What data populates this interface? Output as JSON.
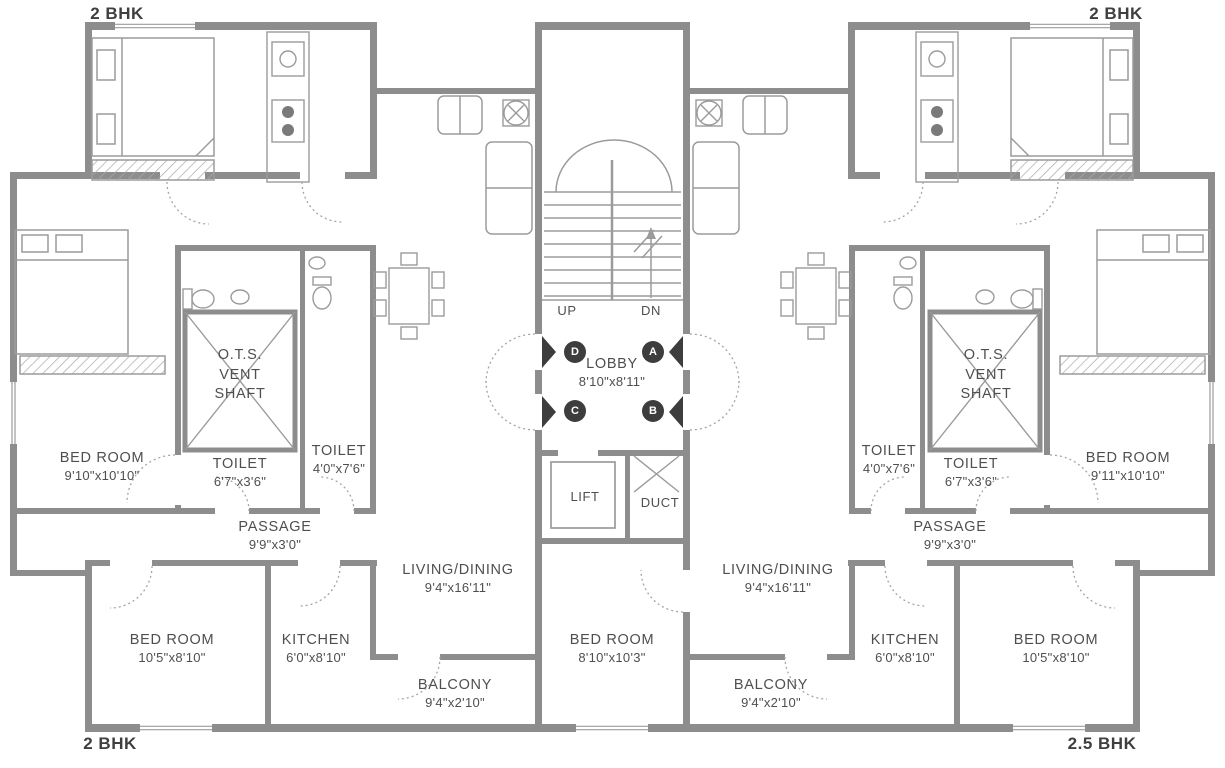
{
  "units": {
    "top_left": "2 BHK",
    "top_right": "2 BHK",
    "bottom_left": "2 BHK",
    "bottom_right": "2.5 BHK"
  },
  "core": {
    "up": "UP",
    "dn": "DN",
    "lobby": {
      "name": "LOBBY",
      "dim": "8'10\"x8'11\""
    },
    "lift": "LIFT",
    "duct": "DUCT",
    "doors": {
      "a": "A",
      "b": "B",
      "c": "C",
      "d": "D"
    },
    "bedroom_center": {
      "name": "BED ROOM",
      "dim": "8'10\"x10'3\""
    }
  },
  "left_unit": {
    "vent_shaft": {
      "line1": "O.T.S.",
      "line2": "VENT",
      "line3": "SHAFT"
    },
    "bedroom_main": {
      "name": "BED ROOM",
      "dim": "9'10\"x10'10\""
    },
    "toilet1": {
      "name": "TOILET",
      "dim": "6'7\"x3'6\""
    },
    "toilet2": {
      "name": "TOILET",
      "dim": "4'0\"x7'6\""
    },
    "passage": {
      "name": "PASSAGE",
      "dim": "9'9\"x3'0\""
    },
    "bedroom2": {
      "name": "BED ROOM",
      "dim": "10'5\"x8'10\""
    },
    "kitchen": {
      "name": "KITCHEN",
      "dim": "6'0\"x8'10\""
    },
    "living_dining": {
      "name": "LIVING/DINING",
      "dim": "9'4\"x16'11\""
    },
    "balcony": {
      "name": "BALCONY",
      "dim": "9'4\"x2'10\""
    }
  },
  "right_unit": {
    "vent_shaft": {
      "line1": "O.T.S.",
      "line2": "VENT",
      "line3": "SHAFT"
    },
    "bedroom_main": {
      "name": "BED ROOM",
      "dim": "9'11\"x10'10\""
    },
    "toilet1": {
      "name": "TOILET",
      "dim": "6'7\"x3'6\""
    },
    "toilet2": {
      "name": "TOILET",
      "dim": "4'0\"x7'6\""
    },
    "passage": {
      "name": "PASSAGE",
      "dim": "9'9\"x3'0\""
    },
    "bedroom2": {
      "name": "BED ROOM",
      "dim": "10'5\"x8'10\""
    },
    "kitchen": {
      "name": "KITCHEN",
      "dim": "6'0\"x8'10\""
    },
    "living_dining": {
      "name": "LIVING/DINING",
      "dim": "9'4\"x16'11\""
    },
    "balcony": {
      "name": "BALCONY",
      "dim": "9'4\"x2'10\""
    }
  },
  "colors": {
    "wall": "#8d8d8d",
    "furniture": "#9b9b9b",
    "text": "#4f4f4f",
    "door_marker": "#3d3d3d",
    "background": "#ffffff"
  }
}
